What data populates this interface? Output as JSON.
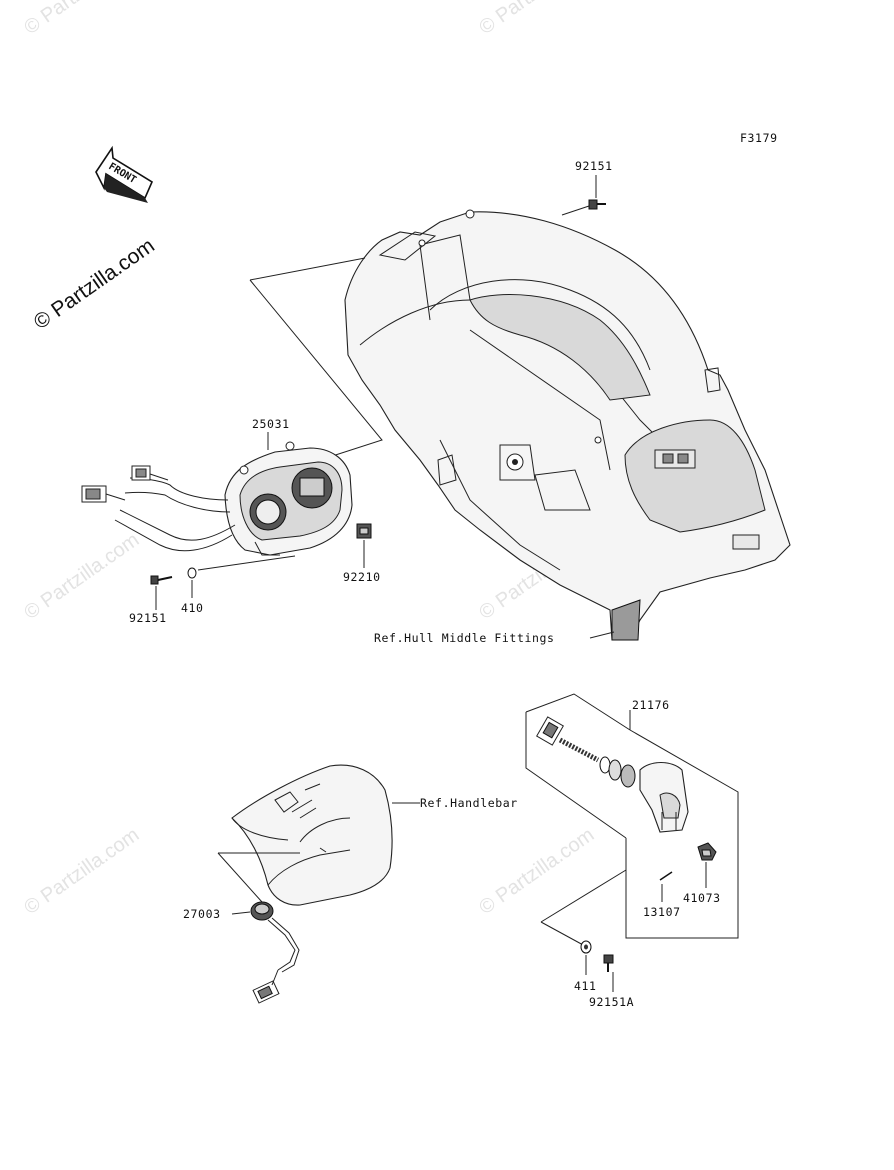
{
  "figure_code": "F3179",
  "front_label": "FRONT",
  "watermark_main": "© Partzilla.com",
  "watermark_repeat": "© Partzilla.com",
  "parts": {
    "p92151_top": "92151",
    "p25031": "25031",
    "p92210": "92210",
    "p92151_left": "92151",
    "p410": "410",
    "p21176": "21176",
    "p27003": "27003",
    "p41073": "41073",
    "p13107": "13107",
    "p411": "411",
    "p92151A": "92151A"
  },
  "refs": {
    "hull": "Ref.Hull Middle Fittings",
    "handlebar": "Ref.Handlebar"
  },
  "colors": {
    "line": "#222222",
    "watermark": "#e3e3e3",
    "background": "#ffffff"
  }
}
